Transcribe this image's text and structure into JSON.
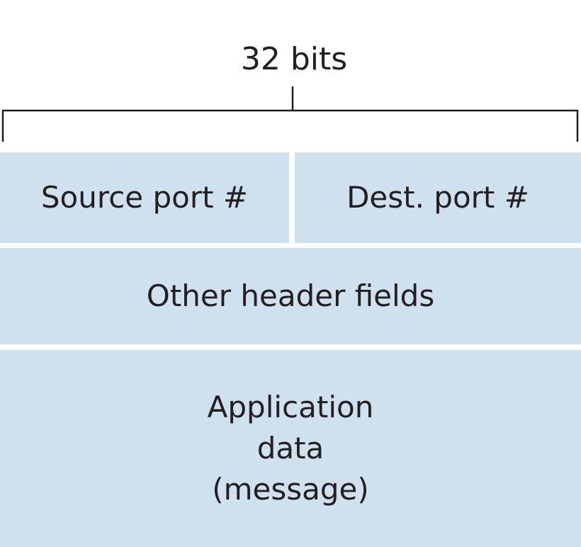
{
  "diagram": {
    "width_label": "32 bits",
    "fields": {
      "source_port": "Source port #",
      "dest_port": "Dest. port #",
      "other_header": "Other header fields",
      "app_data": [
        "Application",
        "data",
        "(message)"
      ]
    },
    "colors": {
      "field_fill": "#cfe1ee",
      "line": "#231f20",
      "text": "#231f20"
    }
  }
}
